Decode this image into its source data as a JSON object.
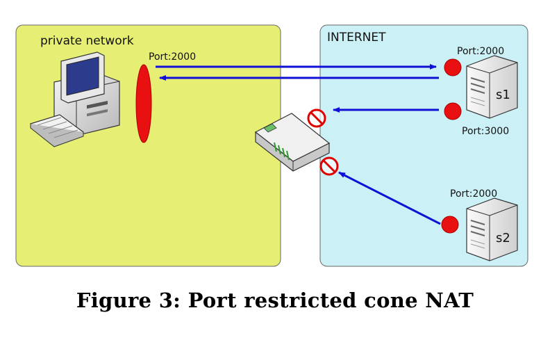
{
  "diagram": {
    "private_label": "private network",
    "internet_label": "INTERNET",
    "client_port_label": "Port:2000",
    "s1_port_top_label": "Port:2000",
    "s1_port_bottom_label": "Port:3000",
    "s2_port_label": "Port:2000",
    "s1_label": "s1",
    "s2_label": "s2"
  },
  "caption": "Figure 3: Port restricted cone NAT",
  "colors": {
    "private_zone": "#e6ee74",
    "internet_zone": "#cbf1f7",
    "arrow": "#1010d6",
    "port": "#e81010",
    "blocked": "#e00000"
  }
}
